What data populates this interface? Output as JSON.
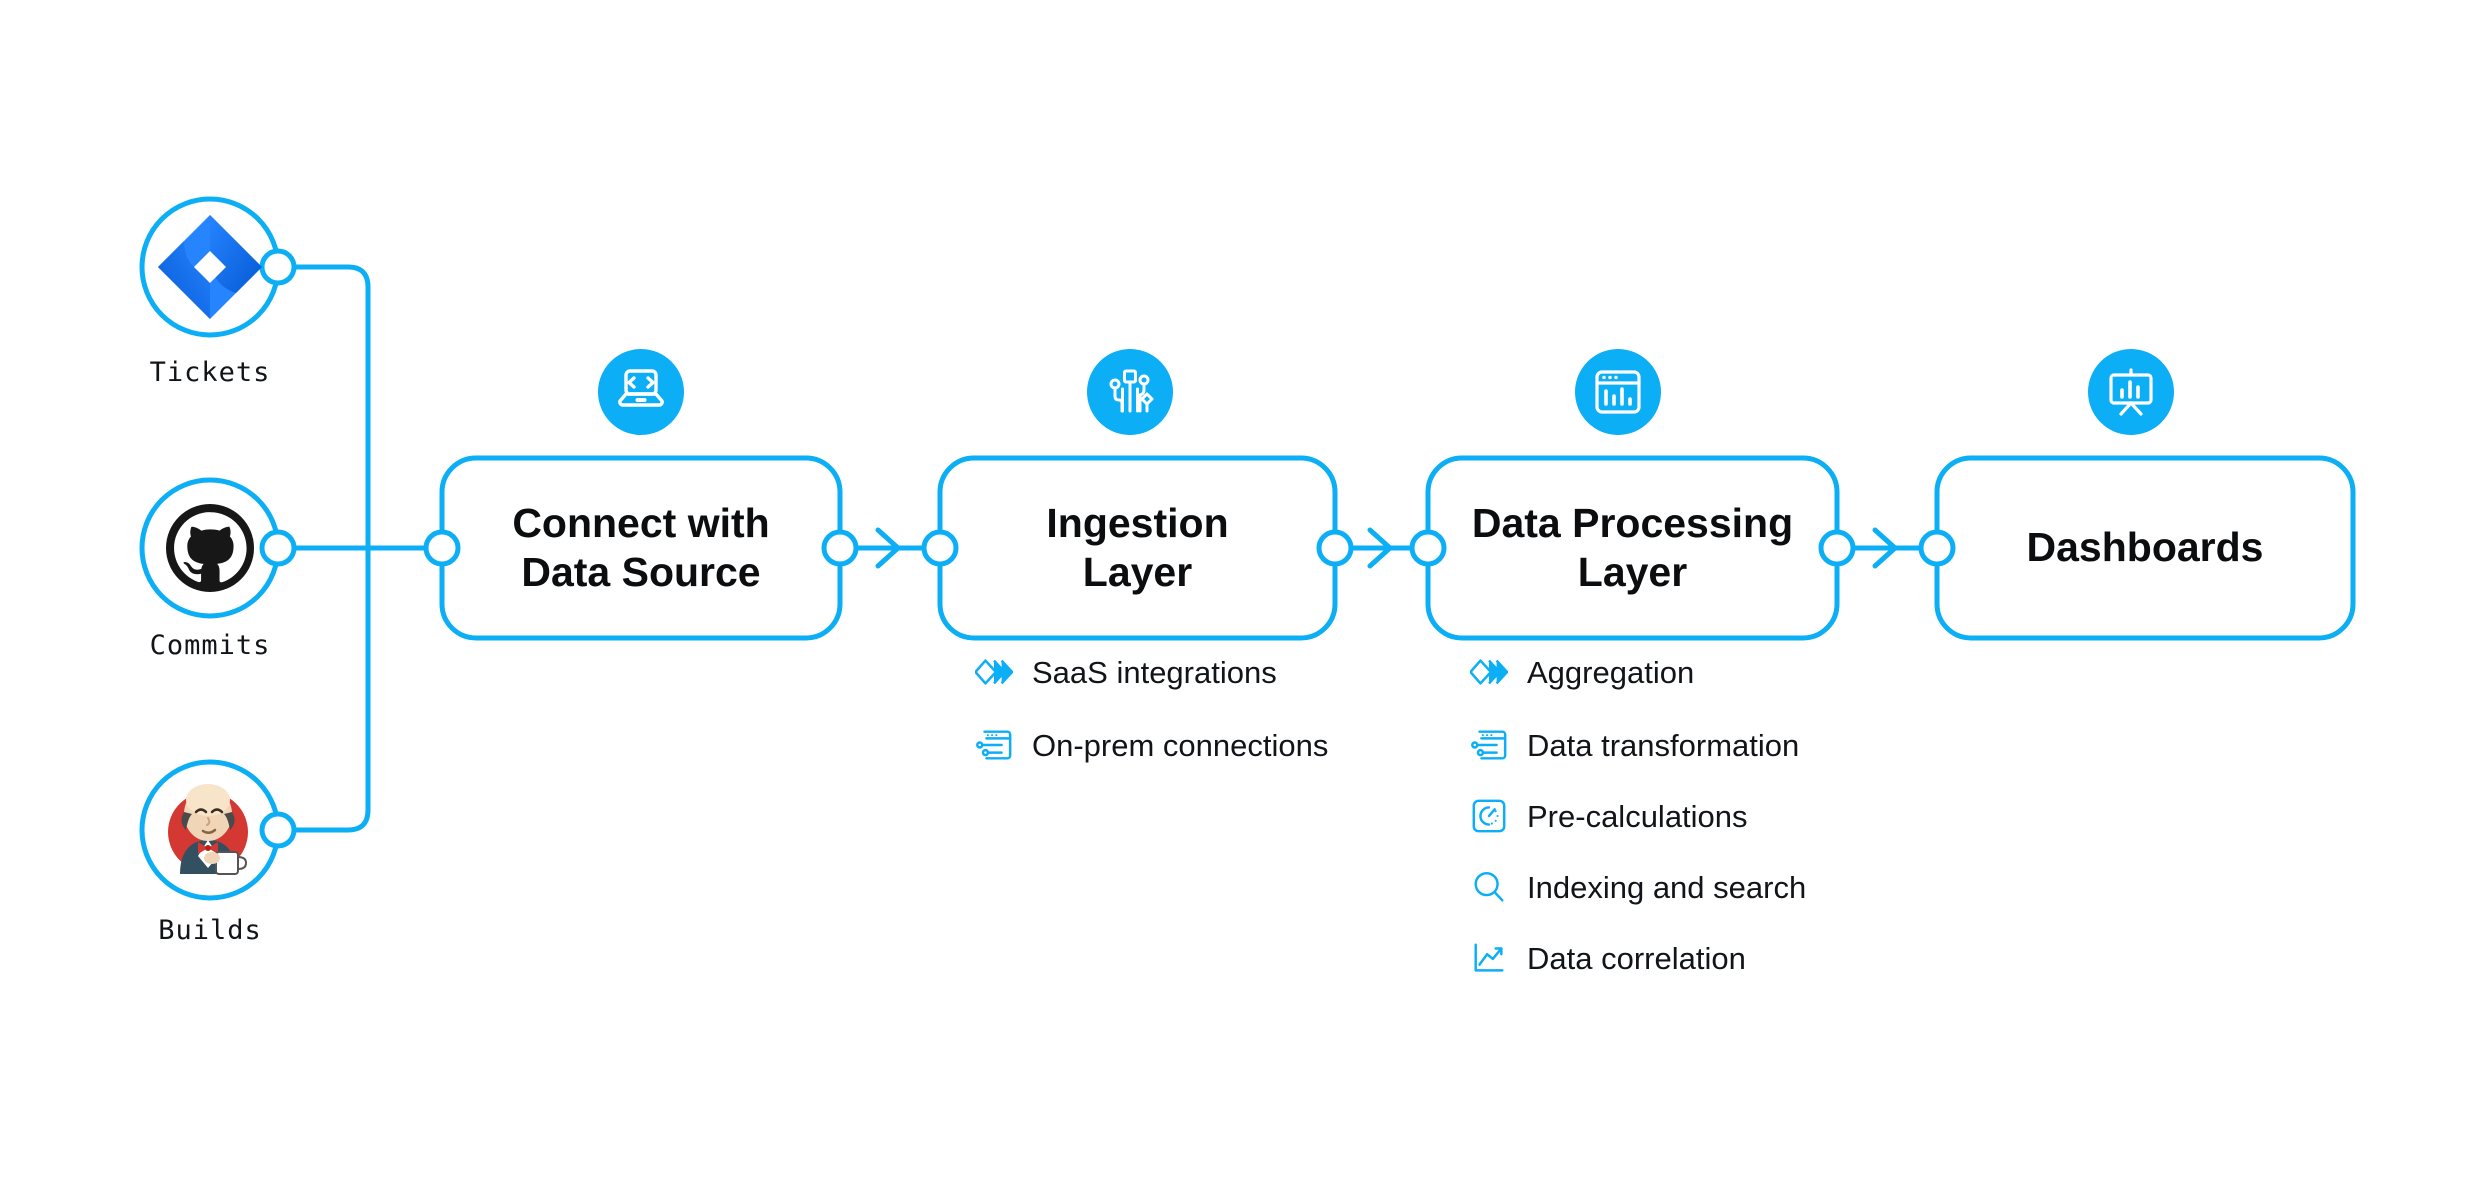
{
  "theme": {
    "accent": "#0CAEF5",
    "accent_dark": "#00A0E9",
    "text": "#111418",
    "background": "#FFFFFF",
    "jira_blue": "#2684FF",
    "github_black": "#181717",
    "jenkins_red": "#D33833"
  },
  "sources": [
    {
      "id": "tickets",
      "label": "Tickets",
      "icon": "jira-icon"
    },
    {
      "id": "commits",
      "label": "Commits",
      "icon": "github-icon"
    },
    {
      "id": "builds",
      "label": "Builds",
      "icon": "jenkins-icon"
    }
  ],
  "pipeline": [
    {
      "id": "connect-with-data-source",
      "title": "Connect with\nData Source",
      "icon": "laptop-code-icon",
      "features": []
    },
    {
      "id": "ingestion-layer",
      "title": "Ingestion\nLayer",
      "icon": "circuit-nodes-icon",
      "features": [
        {
          "label": "SaaS integrations",
          "icon": "stacked-diamonds-icon"
        },
        {
          "label": "On-prem connections",
          "icon": "window-sliders-icon"
        }
      ]
    },
    {
      "id": "data-processing-layer",
      "title": "Data Processing\nLayer",
      "icon": "window-barchart-icon",
      "features": [
        {
          "label": "Aggregation",
          "icon": "stacked-diamonds-icon"
        },
        {
          "label": "Data transformation",
          "icon": "window-sliders-icon"
        },
        {
          "label": "Pre-calculations",
          "icon": "gauge-square-icon"
        },
        {
          "label": "Indexing and search",
          "icon": "magnifier-icon"
        },
        {
          "label": "Data correlation",
          "icon": "line-chart-icon"
        }
      ]
    },
    {
      "id": "dashboards",
      "title": "Dashboards",
      "icon": "presentation-chart-icon",
      "features": []
    }
  ],
  "connectors": [
    {
      "from": "tickets",
      "to": "connect-with-data-source",
      "style": "elbow"
    },
    {
      "from": "commits",
      "to": "connect-with-data-source",
      "style": "straight"
    },
    {
      "from": "builds",
      "to": "connect-with-data-source",
      "style": "elbow"
    },
    {
      "from": "connect-with-data-source",
      "to": "ingestion-layer",
      "style": "arrow"
    },
    {
      "from": "ingestion-layer",
      "to": "data-processing-layer",
      "style": "arrow"
    },
    {
      "from": "data-processing-layer",
      "to": "dashboards",
      "style": "arrow"
    }
  ]
}
